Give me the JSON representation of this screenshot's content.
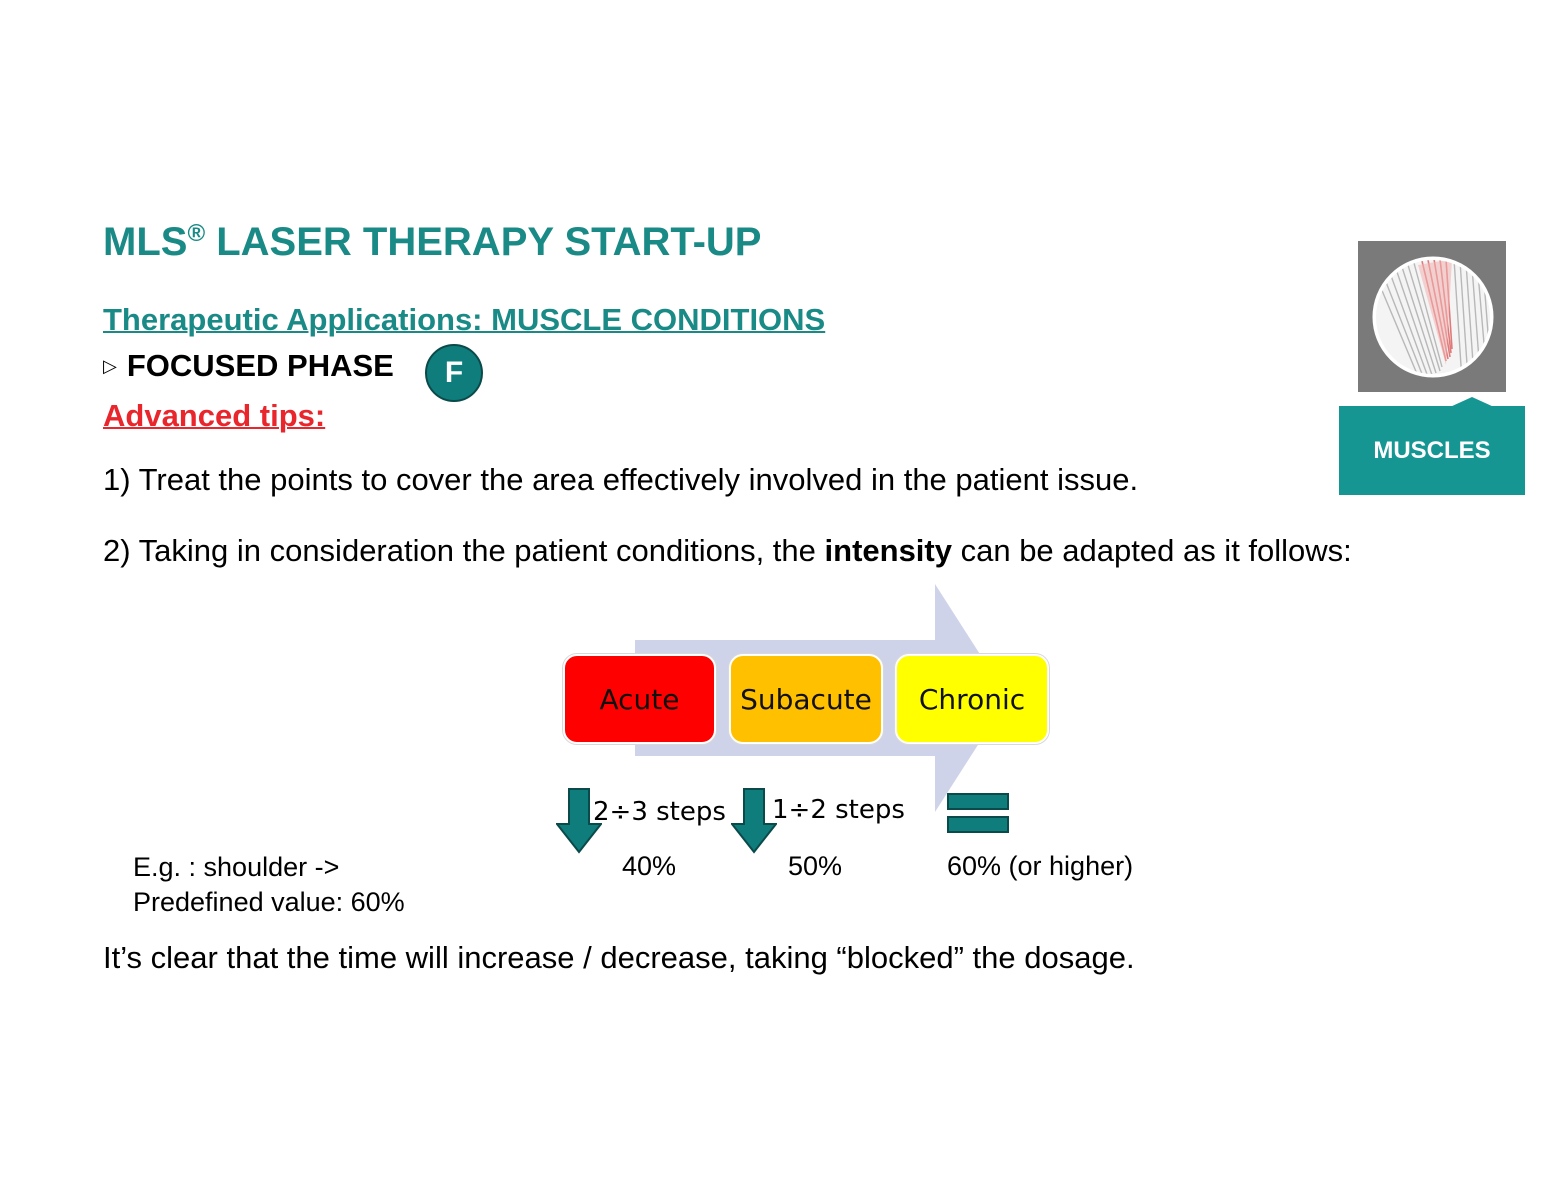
{
  "header": {
    "title_main": "MLS",
    "title_reg": "®",
    "title_rest": " LASER THERAPY START-UP",
    "subtitle": "Therapeutic Applications: MUSCLE CONDITIONS",
    "phase_marker": "▷",
    "phase_label": "FOCUSED PHASE",
    "phase_badge": "F",
    "tips_label": "Advanced tips:"
  },
  "body": {
    "point1": "1) Treat the points to cover the area effectively involved in the patient issue.",
    "point2_before": "2) Taking in consideration the patient conditions, the ",
    "point2_bold": "intensity",
    "point2_after": " can be adapted as it follows:",
    "conclusion": "It’s clear that the time will increase / decrease, taking “blocked” the dosage."
  },
  "process": {
    "stages": [
      {
        "label": "Acute",
        "color": "#fe0000"
      },
      {
        "label": "Subacute",
        "color": "#ffc000"
      },
      {
        "label": "Chronic",
        "color": "#ffff00"
      }
    ],
    "arrow_color": "#ced3ea",
    "steps": [
      {
        "label": "2÷3 steps",
        "icon": "down-arrow-icon"
      },
      {
        "label": "1÷2 steps",
        "icon": "down-arrow-icon"
      },
      {
        "label": "",
        "icon": "equals-icon"
      }
    ],
    "values": [
      "40%",
      "50%",
      "60% (or higher)"
    ],
    "example": "E.g. : shoulder -> Predefined value: 60%"
  },
  "sidebar": {
    "category_label": "MUSCLES",
    "category_icon": "muscle-fibers-icon",
    "tab_color": "#169693"
  },
  "colors": {
    "teal": "#1a8a86",
    "red": "#e8262c",
    "icon_teal": "#0e7d7c"
  }
}
